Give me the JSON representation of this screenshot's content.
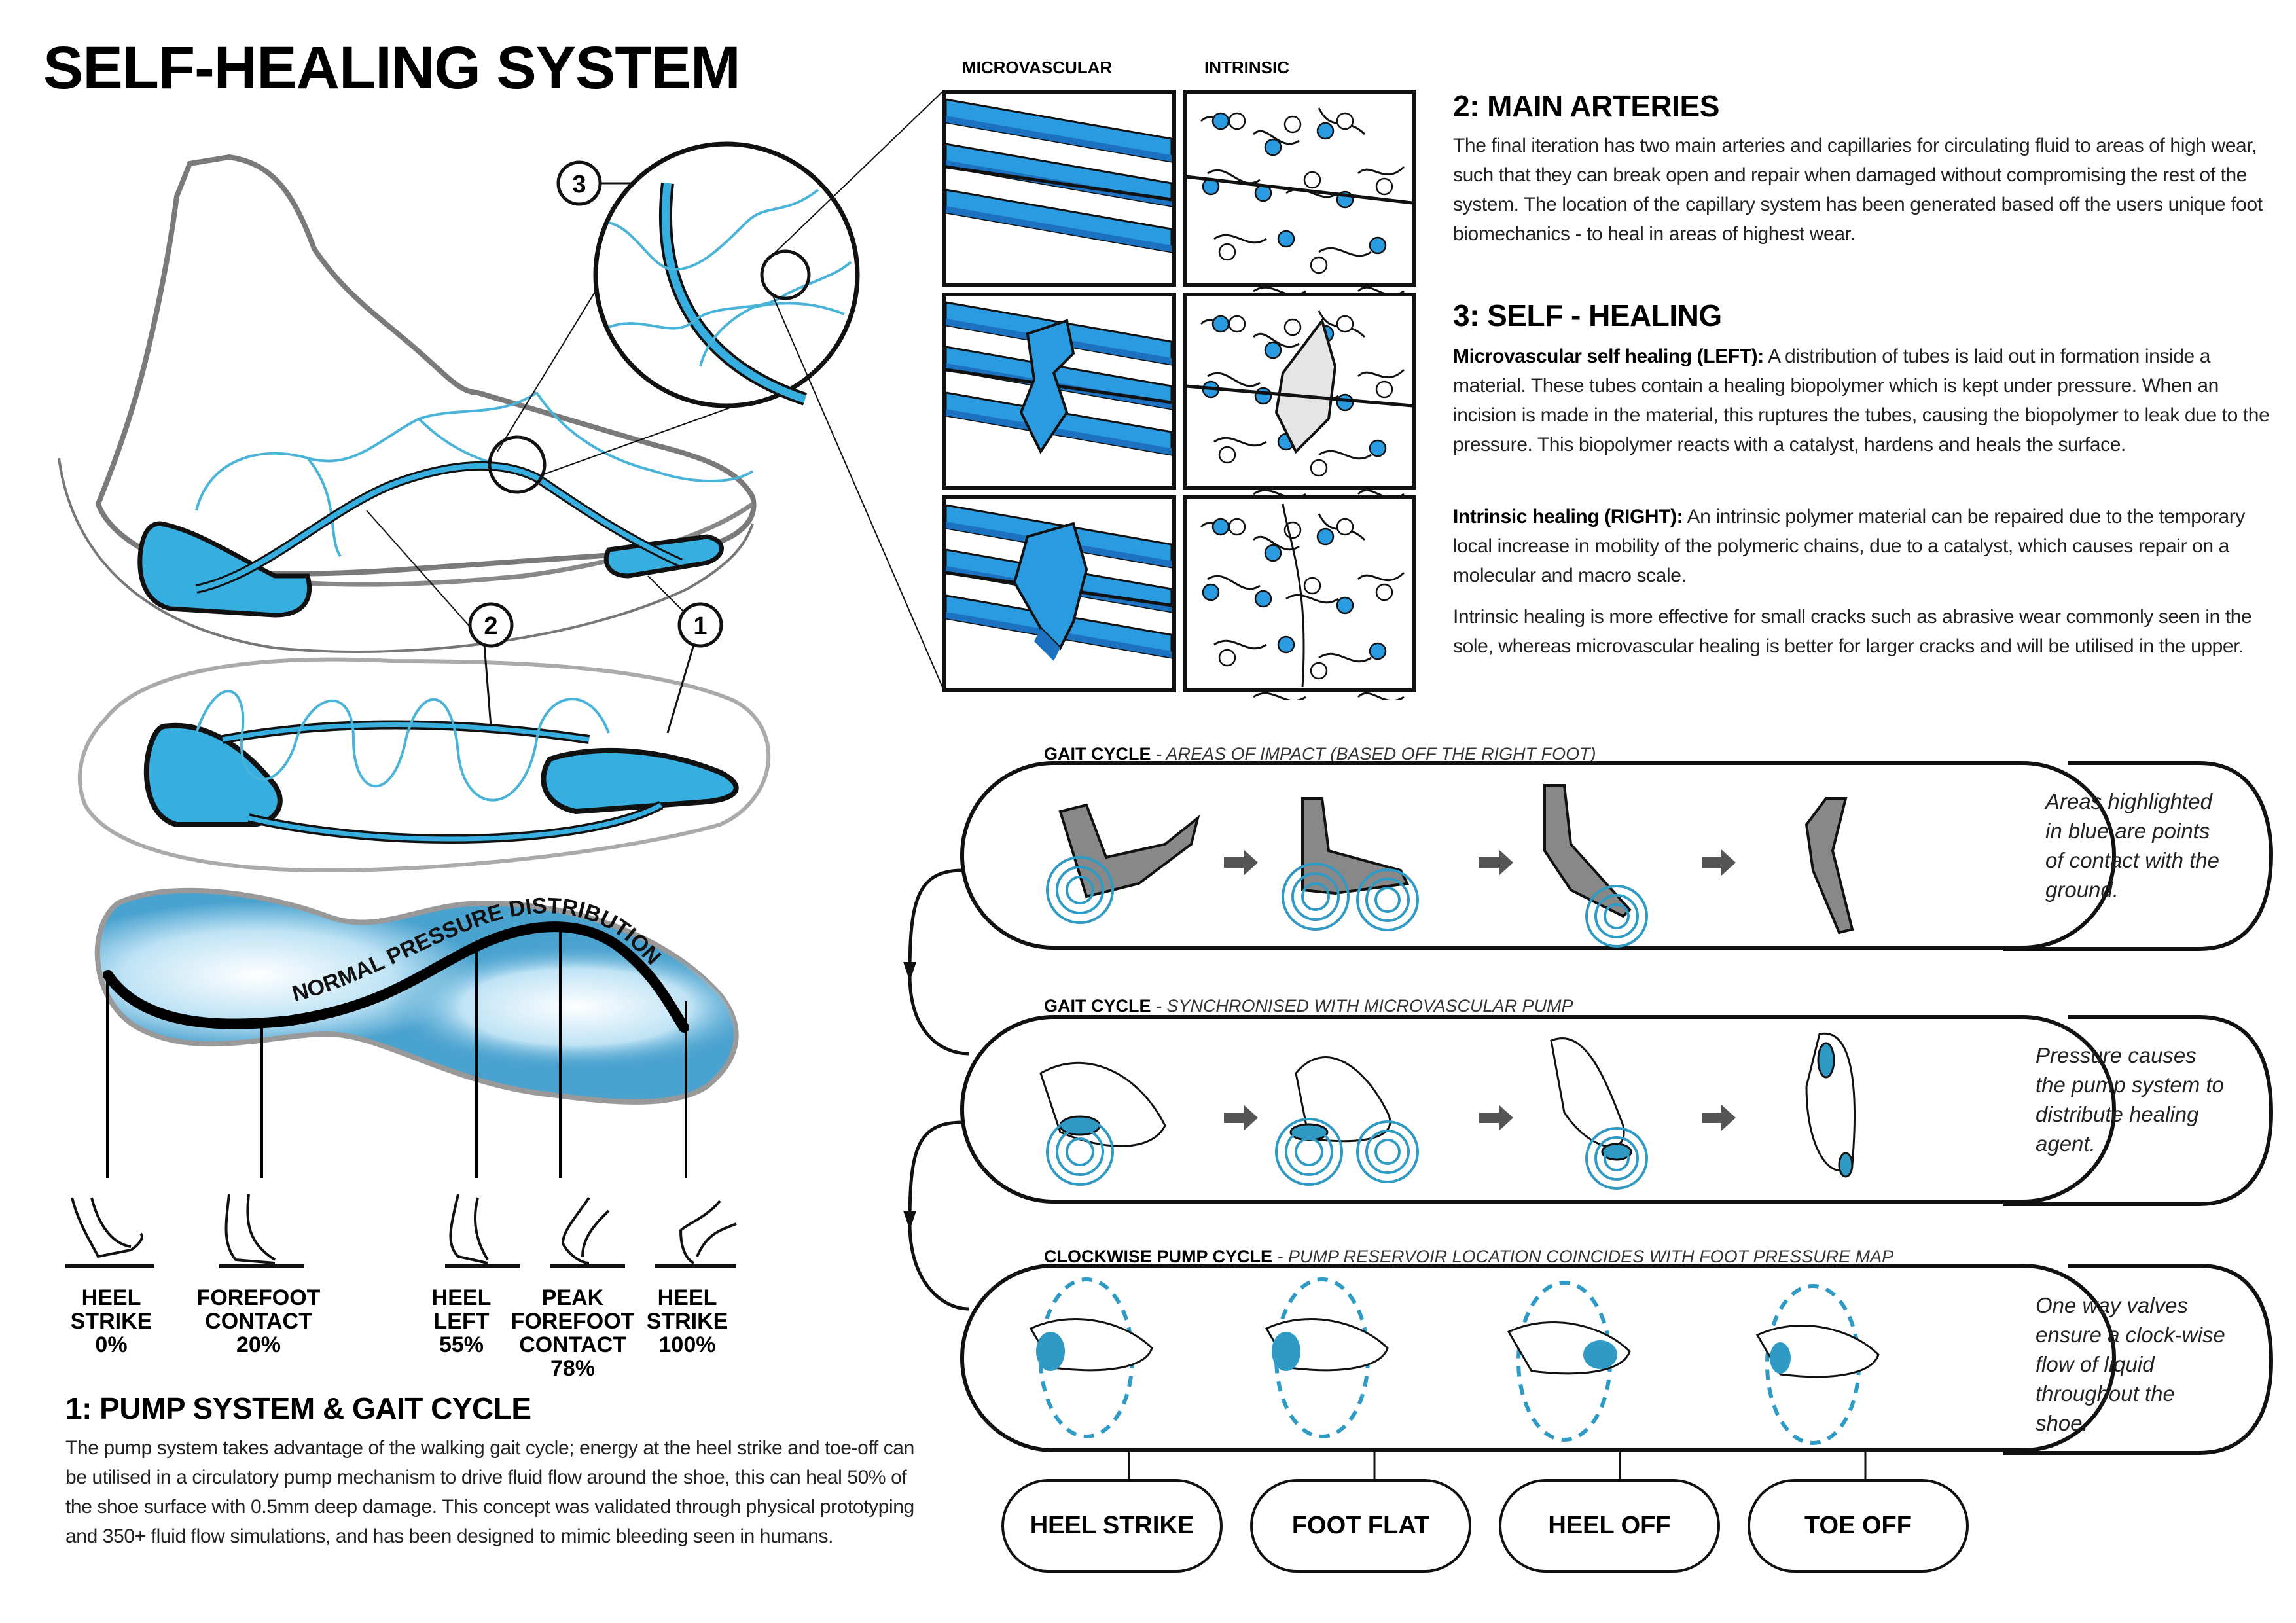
{
  "page": {
    "title": "SELF-HEALING SYSTEM",
    "accent_blue": "#2ea3dc",
    "dark_blue": "#1f6fb8",
    "outline_grey": "#8a8a8a"
  },
  "callouts": {
    "one": "1",
    "two": "2",
    "three": "3"
  },
  "material_panels": {
    "col_microvascular": "MICROVASCULAR",
    "col_intrinsic": "INTRINSIC",
    "rows": [
      "intact",
      "cracked",
      "healed"
    ]
  },
  "section2": {
    "heading": "2: MAIN ARTERIES",
    "body": "The final iteration has two main arteries and capillaries for circulating fluid to areas of high wear, such that they can break open and repair when damaged without compromising the rest of the system. The location of the capillary system has been generated based off the users unique foot biomechanics - to heal in areas of highest wear."
  },
  "section3": {
    "heading": "3: SELF - HEALING",
    "micro_label": "Microvascular self healing (LEFT):",
    "micro_body": " A distribution of tubes is laid out in formation inside a material. These tubes contain a healing biopolymer which is kept under pressure. When an incision is made in the material, this ruptures the tubes, causing the biopolymer to leak due to the pressure. This biopolymer reacts with a catalyst, hardens and heals the surface.",
    "intrinsic_label": "Intrinsic healing (RIGHT):",
    "intrinsic_body": " An intrinsic polymer material can be repaired due to the temporary local increase in mobility of the polymeric chains, due to a catalyst, which causes repair on a molecular and macro scale.",
    "comparison": "Intrinsic healing is more effective for small cracks such as abrasive wear commonly seen in the sole, whereas microvascular healing is better for larger cracks and will be utilised in the upper."
  },
  "pressure_map": {
    "label": "NORMAL PRESSURE DISTRIBUTION"
  },
  "gait_phases": [
    {
      "line1": "HEEL",
      "line2": "STRIKE",
      "line3": "",
      "pct": "0%"
    },
    {
      "line1": "FOREFOOT",
      "line2": "CONTACT",
      "line3": "",
      "pct": "20%"
    },
    {
      "line1": "HEEL",
      "line2": "LEFT",
      "line3": "",
      "pct": "55%"
    },
    {
      "line1": "PEAK",
      "line2": "FOREFOOT",
      "line3": "CONTACT",
      "pct": "78%"
    },
    {
      "line1": "HEEL",
      "line2": "STRIKE",
      "line3": "",
      "pct": "100%"
    }
  ],
  "section1": {
    "heading": "1: PUMP SYSTEM & GAIT CYCLE",
    "body": "The pump system takes advantage of the walking gait cycle; energy at the heel strike and toe-off can be utilised in a circulatory pump mechanism to drive fluid flow around the shoe, this can heal 50% of the shoe surface with 0.5mm deep damage. This concept was validated through physical prototyping and 350+ fluid flow simulations, and has been designed to mimic bleeding seen in humans."
  },
  "cycle_rows": [
    {
      "title": "GAIT CYCLE",
      "subtitle": " - AREAS OF IMPACT (BASED OFF THE RIGHT FOOT)",
      "note": "Areas highlighted in blue are points of contact with the ground."
    },
    {
      "title": "GAIT CYCLE",
      "subtitle": " - SYNCHRONISED WITH MICROVASCULAR PUMP",
      "note": "Pressure causes the pump system to distribute healing agent."
    },
    {
      "title": "CLOCKWISE PUMP CYCLE",
      "subtitle": " - PUMP RESERVOIR LOCATION COINCIDES WITH FOOT PRESSURE MAP",
      "note": "One way valves ensure a clock-wise flow of liquid throughout the shoe."
    }
  ],
  "stage_buttons": [
    "HEEL STRIKE",
    "FOOT FLAT",
    "HEEL OFF",
    "TOE OFF"
  ]
}
